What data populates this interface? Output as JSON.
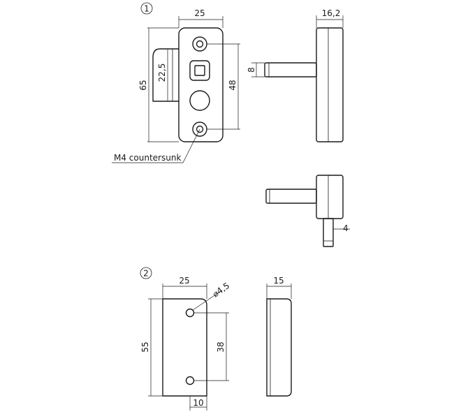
{
  "callouts": {
    "one": "1",
    "two": "2"
  },
  "part1": {
    "front": {
      "width": "25",
      "height": "65",
      "hole_spacing": "48",
      "latch_height": "22,5"
    },
    "side": {
      "depth": "16,2",
      "pin": "8"
    },
    "bottom": {
      "pin": "4"
    },
    "note": "M4 countersunk"
  },
  "part2": {
    "front": {
      "width": "25",
      "height": "55",
      "hole_spacing": "38",
      "hole_offset": "10",
      "hole_diameter": "⌀4,5"
    },
    "side": {
      "depth": "15"
    }
  }
}
